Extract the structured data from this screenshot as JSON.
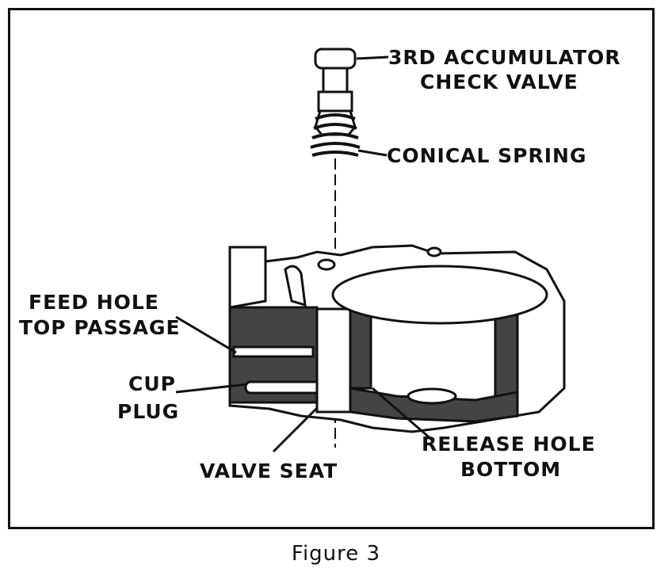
{
  "labels": {
    "check_valve_line1": "3RD ACCUMULATOR",
    "check_valve_line2": "CHECK VALVE",
    "conical_spring": "CONICAL SPRING",
    "feed_hole_line1": "FEED HOLE",
    "feed_hole_line2": "TOP PASSAGE",
    "cup_plug_line1": "CUP",
    "cup_plug_line2": "PLUG",
    "valve_seat": "VALVE SEAT",
    "release_hole_line1": "RELEASE HOLE",
    "release_hole_line2": "BOTTOM"
  },
  "caption": "Figure 3"
}
